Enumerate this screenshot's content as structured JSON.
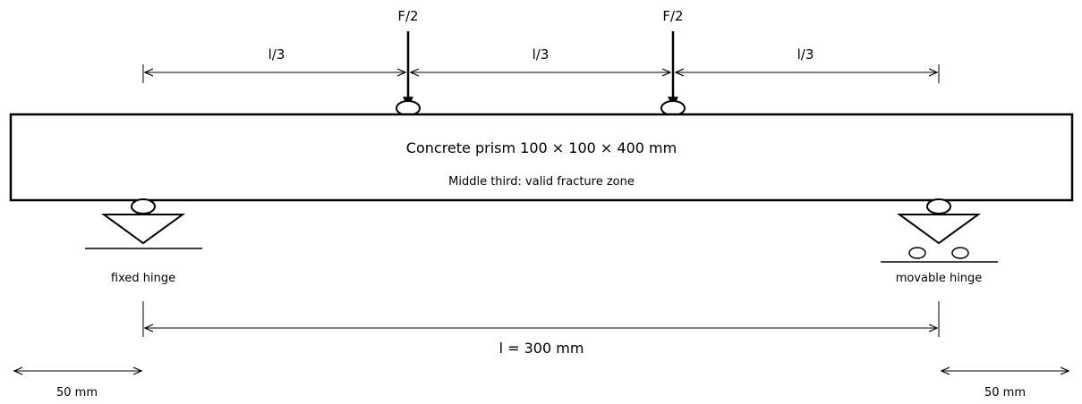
{
  "loads": [
    {
      "label": "F/2"
    },
    {
      "label": "F/2"
    }
  ],
  "spacing": [
    {
      "label": "l/3"
    },
    {
      "label": "l/3"
    },
    {
      "label": "l/3"
    }
  ],
  "beam": {
    "title": "Concrete prism 100 × 100 × 400 mm",
    "subtitle": "Middle third: valid fracture zone"
  },
  "supports": {
    "left_label": "fixed hinge",
    "right_label": "movable hinge"
  },
  "span": {
    "label": "l = 300 mm"
  },
  "overhangs": {
    "left_label": "50 mm",
    "right_label": "50 mm"
  }
}
